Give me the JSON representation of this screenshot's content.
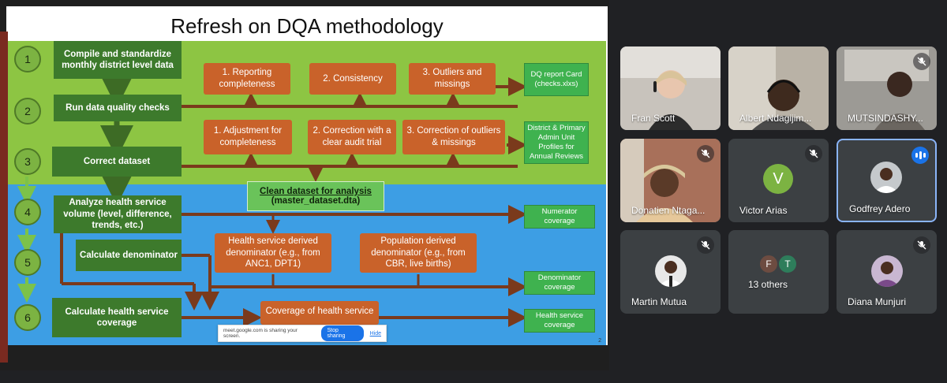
{
  "slide": {
    "title": "Refresh on DQA methodology",
    "steps": [
      "1",
      "2",
      "3",
      "4",
      "5",
      "6"
    ],
    "green_boxes": {
      "compile": "Compile and standardize monthly district level data",
      "run_checks": "Run data quality checks",
      "correct": "Correct dataset",
      "analyze": "Analyze health service volume (level, difference, trends, etc.)",
      "denominator": "Calculate denominator",
      "coverage": "Calculate health service coverage"
    },
    "orange_boxes": {
      "reporting": "1. Reporting completeness",
      "consistency": "2. Consistency",
      "outliers": "3. Outliers and missings",
      "adjustment": "1. Adjustment for completeness",
      "correction_audit": "2. Correction with a clear audit trial",
      "correction_outliers": "3. Correction of outliers & missings",
      "hs_denominator": "Health service derived denominator (e.g., from ANC1, DPT1)",
      "pop_denominator": "Population derived denominator (e.g., from CBR, live births)",
      "coverage_hs": "Coverage of health service"
    },
    "outputs": {
      "dq_report": "DQ report Card (checks.xlxs)",
      "profiles": "District & Primary Admin Unit Profiles for Annual Reviews",
      "numerator": "Numerator coverage",
      "denominator": "Denominator coverage",
      "hs_coverage": "Health service coverage"
    },
    "clean_dataset": {
      "line1": "Clean dataset for analysis",
      "line2": "(master_dataset.dta)"
    },
    "slide_number": "2"
  },
  "share_bar": {
    "message": "meet.google.com is sharing your screen.",
    "stop_label": "Stop sharing",
    "hide_label": "Hide"
  },
  "participants": [
    {
      "name": "Fran Scott",
      "muted": false
    },
    {
      "name": "Albert Ndagijim...",
      "muted": false
    },
    {
      "name": "MUTSINDASHY...",
      "muted": true
    },
    {
      "name": "Donatien Ntaga...",
      "muted": true
    },
    {
      "name": "Victor Arias",
      "initial": "V",
      "muted": true
    },
    {
      "name": "Godfrey Adero",
      "speaking": true
    },
    {
      "name": "Martin Mutua",
      "muted": true
    },
    {
      "name": "13 others",
      "initials": [
        "F",
        "T"
      ]
    },
    {
      "name": "Diana Munjuri",
      "muted": true
    }
  ],
  "colors": {
    "green_band": "#8dc543",
    "blue_band": "#3d9ee4",
    "dark_green_box": "#3d7a2c",
    "orange_box": "#c9622a",
    "arrow_brown": "#7a3a1c",
    "meet_bg": "#202124",
    "tile_bg": "#3c4043",
    "speaking_ring": "#8ab4f8"
  }
}
